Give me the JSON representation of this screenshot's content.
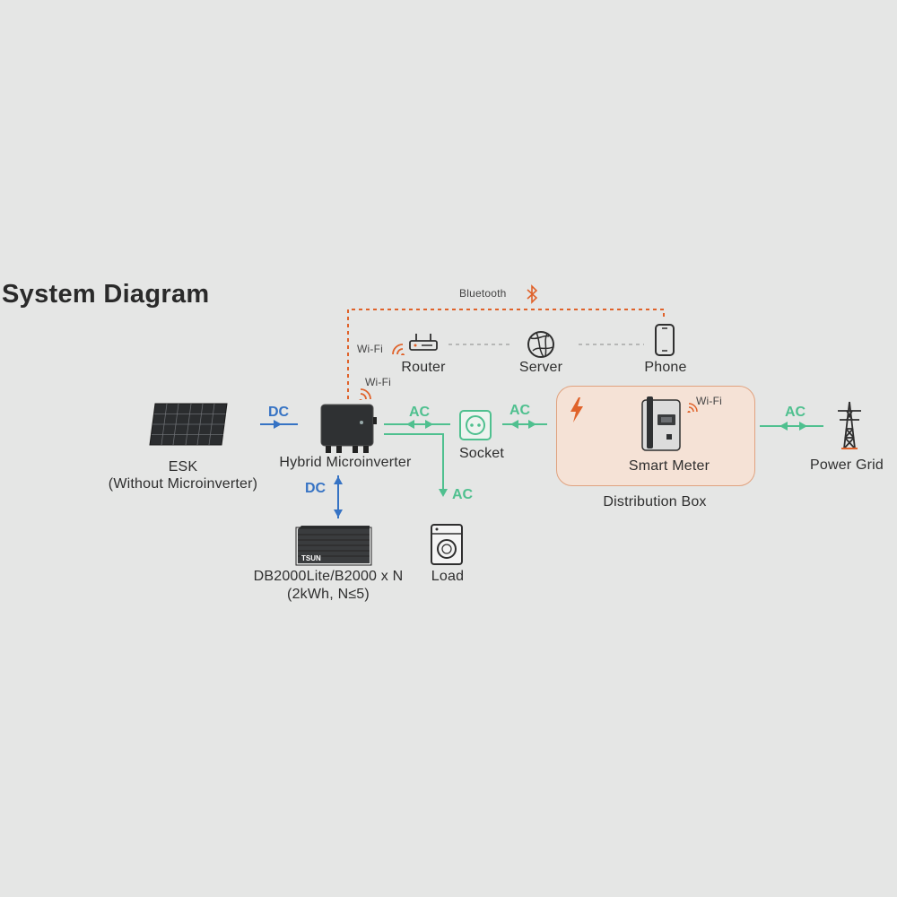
{
  "title": "System Diagram",
  "colors": {
    "background": "#e5e6e5",
    "dc_line": "#3673c4",
    "ac_line": "#4fc08f",
    "bluetooth_line": "#e0622a",
    "wifi_icon": "#e0622a",
    "distribution_box_fill": "#f5e2d6"
  },
  "nodes": {
    "esk": {
      "name": "ESK",
      "sub": "(Without Microinverter)",
      "icon": "solar-panel-icon"
    },
    "inverter": {
      "name": "Hybrid Microinverter",
      "icon": "microinverter-icon"
    },
    "battery": {
      "name": "DB2000Lite/B2000 x N",
      "sub": "(2kWh, N≤5)",
      "icon": "battery-icon",
      "brand": "TSUN"
    },
    "router": {
      "name": "Router",
      "icon": "router-icon"
    },
    "server": {
      "name": "Server",
      "icon": "globe-icon"
    },
    "phone": {
      "name": "Phone",
      "icon": "phone-icon"
    },
    "socket": {
      "name": "Socket",
      "icon": "socket-icon"
    },
    "load": {
      "name": "Load",
      "icon": "washing-machine-icon"
    },
    "distribution_box": {
      "name": "Distribution Box",
      "icon": "lightning-icon"
    },
    "smart_meter": {
      "name": "Smart Meter",
      "icon": "smart-meter-icon"
    },
    "grid": {
      "name": "Power Grid",
      "icon": "transmission-tower-icon"
    }
  },
  "connections": {
    "bluetooth": "Bluetooth",
    "wifi_router": "Wi-Fi",
    "wifi_inverter": "Wi-Fi",
    "wifi_meter": "Wi-Fi",
    "esk_to_inverter": "DC",
    "battery_link": "DC",
    "inverter_to_socket": "AC",
    "socket_to_box": "AC",
    "inverter_to_load": "AC",
    "box_to_grid": "AC"
  }
}
